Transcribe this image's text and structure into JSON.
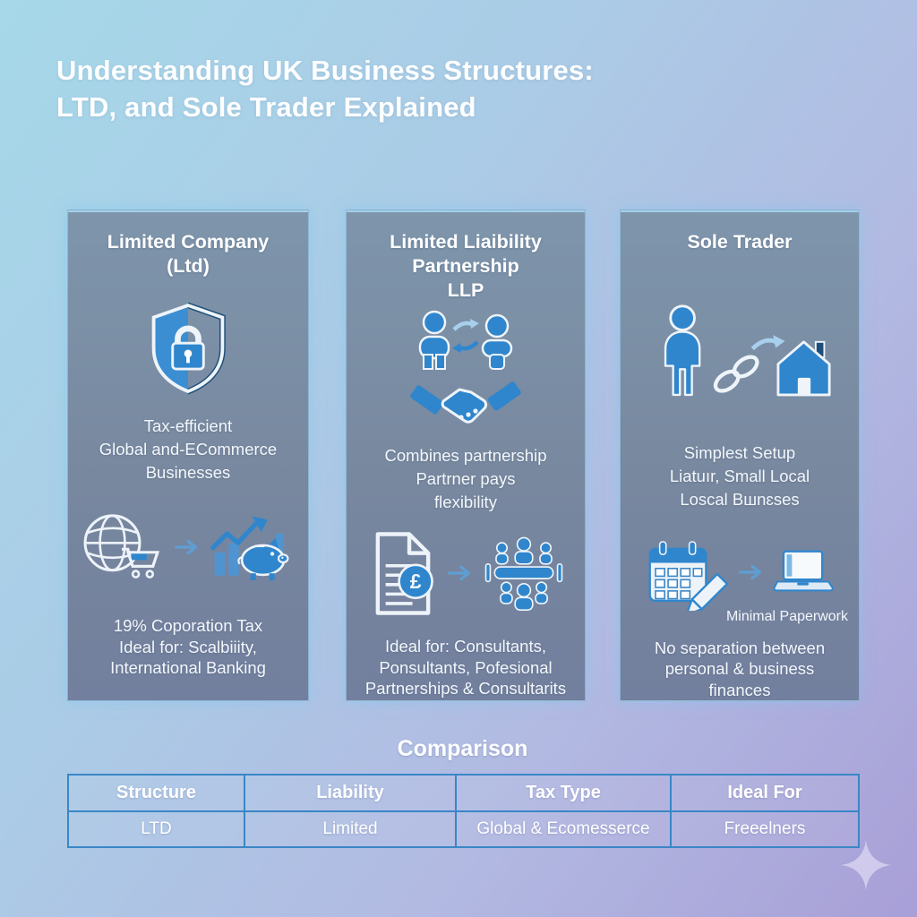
{
  "page": {
    "title_line1": "Understanding UK Business Structures:",
    "title_line2": "LTD, and Sole Trader Explained"
  },
  "colors": {
    "accent_blue": "#2f86cd",
    "dark_navy": "#1d4e79",
    "light_blue_arrow": "#a8d0ee",
    "table_border": "#3a86c6",
    "card_bg_top": "#7e95ab",
    "card_bg_bottom": "#727f9e",
    "bg_top_left": "#a6d8e9",
    "bg_bottom_right": "#a89fd7",
    "text": "#ffffff",
    "sparkle": "#d0cbed"
  },
  "cards": [
    {
      "title_lines": [
        "Limited Company",
        "(Ltd)"
      ],
      "main_icon": "shield-lock-icon",
      "description_lines": [
        "Tax-efficient",
        "Global and-ECommerce",
        "Businesses"
      ],
      "flow_icons": [
        "globe-cart-icon",
        "arrow-right-icon",
        "growth-piggy-icon"
      ],
      "footer_lines": [
        "19% Coporation Tax",
        "Ideal for: Scalbiiity,",
        "International Banking"
      ]
    },
    {
      "title_lines": [
        "Limited Liaibility",
        "Partnership",
        "LLP"
      ],
      "main_icon": "partners-handshake-icon",
      "description_lines": [
        "Combines partnership",
        "Partrner pays",
        "flexibility"
      ],
      "flow_icons": [
        "document-pound-icon",
        "arrow-right-icon",
        "meeting-team-icon"
      ],
      "footer_lines": [
        "Ideal for: Consultants,",
        "Ponsultants, Pofesional",
        "Partnerships & Consultarits"
      ]
    },
    {
      "title_lines": [
        "Sole Trader"
      ],
      "main_icon": "person-chain-home-icon",
      "description_lines": [
        "Simplest Setup",
        "Liatuır, Small Local",
        "Loscal Bшnɛses"
      ],
      "flow_icons": [
        "calendar-pencil-icon",
        "arrow-right-icon",
        "laptop-icon"
      ],
      "flow_caption": "Minimal Paperwork",
      "footer_lines": [
        "No separation between",
        "personal & business",
        "finances"
      ]
    }
  ],
  "comparison": {
    "title": "Comparison",
    "headers": [
      "Structure",
      "Liability",
      "Tax Type",
      "Ideal For"
    ],
    "rows": [
      [
        "LTD",
        "Limited",
        "Global & Ecomesserce",
        "Freeelners"
      ]
    ]
  },
  "icons": {
    "pound_symbol": "£",
    "names": {
      "shield-lock-icon": "shield with padlock",
      "partners-handshake-icon": "two partners exchanging above a handshake",
      "globe-cart-icon": "globe with shopping cart",
      "arrow-right-icon": "right arrow",
      "growth-piggy-icon": "growth chart with piggy bank",
      "document-pound-icon": "document with pound coin",
      "meeting-team-icon": "team around meeting table",
      "person-chain-home-icon": "person chained to home",
      "calendar-pencil-icon": "calendar with pencil",
      "laptop-icon": "laptop",
      "sparkle-icon": "four-point sparkle"
    }
  }
}
